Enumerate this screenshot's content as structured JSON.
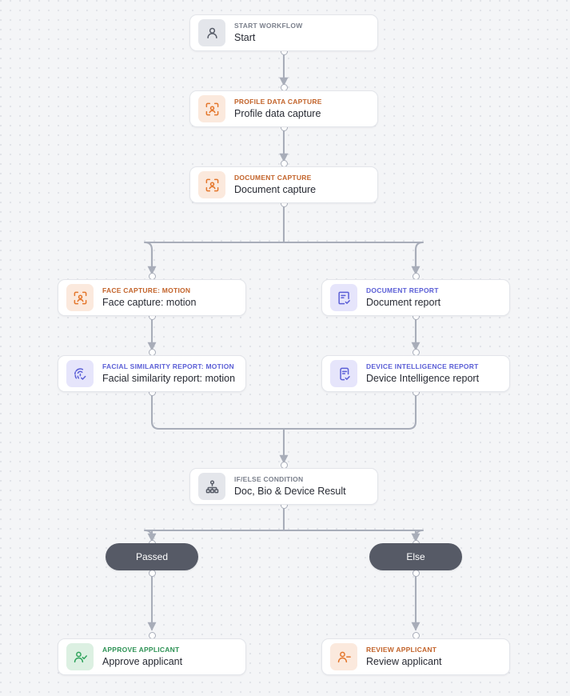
{
  "canvas": {
    "background_color": "#f4f5f7",
    "dot_color": "#e1e3e8",
    "edge_color": "#a8adb9"
  },
  "theme_colors": {
    "gray_tile": "#e4e6eb",
    "gray_label": "#7b808c",
    "orange_tile": "#fbe9dd",
    "orange_label": "#c2632a",
    "purple_tile": "#e6e5fb",
    "purple_label": "#5b5fd6",
    "green_tile": "#dcf0e2",
    "green_label": "#2e9255",
    "pill_background": "#565a66",
    "pill_text": "#ffffff",
    "title_text": "#272a33"
  },
  "nodes": [
    {
      "id": "start",
      "kicker": "START WORKFLOW",
      "title": "Start",
      "icon": "person-icon",
      "theme": "gray"
    },
    {
      "id": "profile_data_capture",
      "kicker": "PROFILE DATA CAPTURE",
      "title": "Profile data capture",
      "icon": "person-scan-icon",
      "theme": "orange"
    },
    {
      "id": "document_capture",
      "kicker": "DOCUMENT CAPTURE",
      "title": "Document capture",
      "icon": "person-scan-icon",
      "theme": "orange"
    },
    {
      "id": "face_capture_motion",
      "kicker": "FACE CAPTURE: MOTION",
      "title": "Face capture: motion",
      "icon": "person-scan-icon",
      "theme": "orange"
    },
    {
      "id": "document_report",
      "kicker": "DOCUMENT REPORT",
      "title": "Document report",
      "icon": "document-check-icon",
      "theme": "purple"
    },
    {
      "id": "facial_similarity_report_motion",
      "kicker": "FACIAL SIMILARITY REPORT: MOTION",
      "title": "Facial similarity report: motion",
      "icon": "fingerprint-check-icon",
      "theme": "purple"
    },
    {
      "id": "device_intelligence_report",
      "kicker": "DEVICE INTELLIGENCE REPORT",
      "title": "Device Intelligence report",
      "icon": "device-check-icon",
      "theme": "purple"
    },
    {
      "id": "doc_bio_device_result",
      "kicker": "IF/ELSE CONDITION",
      "title": "Doc, Bio & Device Result",
      "icon": "branch-hierarchy-icon",
      "theme": "gray"
    },
    {
      "id": "approve_applicant",
      "kicker": "APPROVE APPLICANT",
      "title": "Approve applicant",
      "icon": "person-check-icon",
      "theme": "green"
    },
    {
      "id": "review_applicant",
      "kicker": "REVIEW APPLICANT",
      "title": "Review applicant",
      "icon": "person-minus-icon",
      "theme": "orange"
    }
  ],
  "branch_pills": [
    {
      "id": "passed",
      "label": "Passed"
    },
    {
      "id": "else",
      "label": "Else"
    }
  ]
}
